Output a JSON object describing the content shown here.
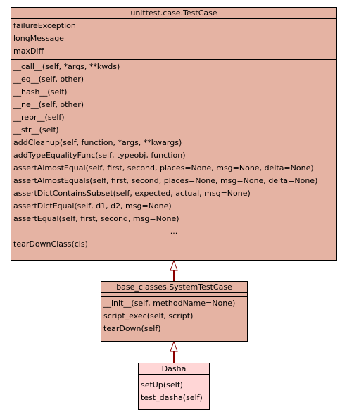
{
  "diagram": {
    "classes": [
      {
        "id": "testcase",
        "title": "unittest.case.TestCase",
        "attributes": [
          "failureException",
          "longMessage",
          "maxDiff"
        ],
        "methods": [
          "__call__(self, *args, **kwds)",
          "__eq__(self, other)",
          "__hash__(self)",
          "__ne__(self, other)",
          "__repr__(self)",
          "__str__(self)",
          "addCleanup(self, function, *args, **kwargs)",
          "addTypeEqualityFunc(self, typeobj, function)",
          "assertAlmostEqual(self, first, second, places=None, msg=None, delta=None)",
          "assertAlmostEquals(self, first, second, places=None, msg=None, delta=None)",
          "assertDictContainsSubset(self, expected, actual, msg=None)",
          "assertDictEqual(self, d1, d2, msg=None)",
          "assertEqual(self, first, second, msg=None)",
          "...",
          "tearDownClass(cls)"
        ],
        "fill": "#e5b3a3"
      },
      {
        "id": "systemtestcase",
        "title": "base_classes.SystemTestCase",
        "attributes": [],
        "methods": [
          "__init__(self, methodName=None)",
          "script_exec(self, script)",
          "tearDown(self)"
        ],
        "fill": "#e5b3a3"
      },
      {
        "id": "dasha",
        "title": "Dasha",
        "attributes": [],
        "methods": [
          "setUp(self)",
          "test_dasha(self)"
        ],
        "fill": "#ffd6d6"
      }
    ],
    "edges": [
      {
        "from": "systemtestcase",
        "to": "testcase",
        "type": "inheritance"
      },
      {
        "from": "dasha",
        "to": "systemtestcase",
        "type": "inheritance"
      }
    ],
    "colors": {
      "edge": "#8b0000",
      "arrowhead_fill": "#ffffff",
      "border": "#000000"
    }
  }
}
